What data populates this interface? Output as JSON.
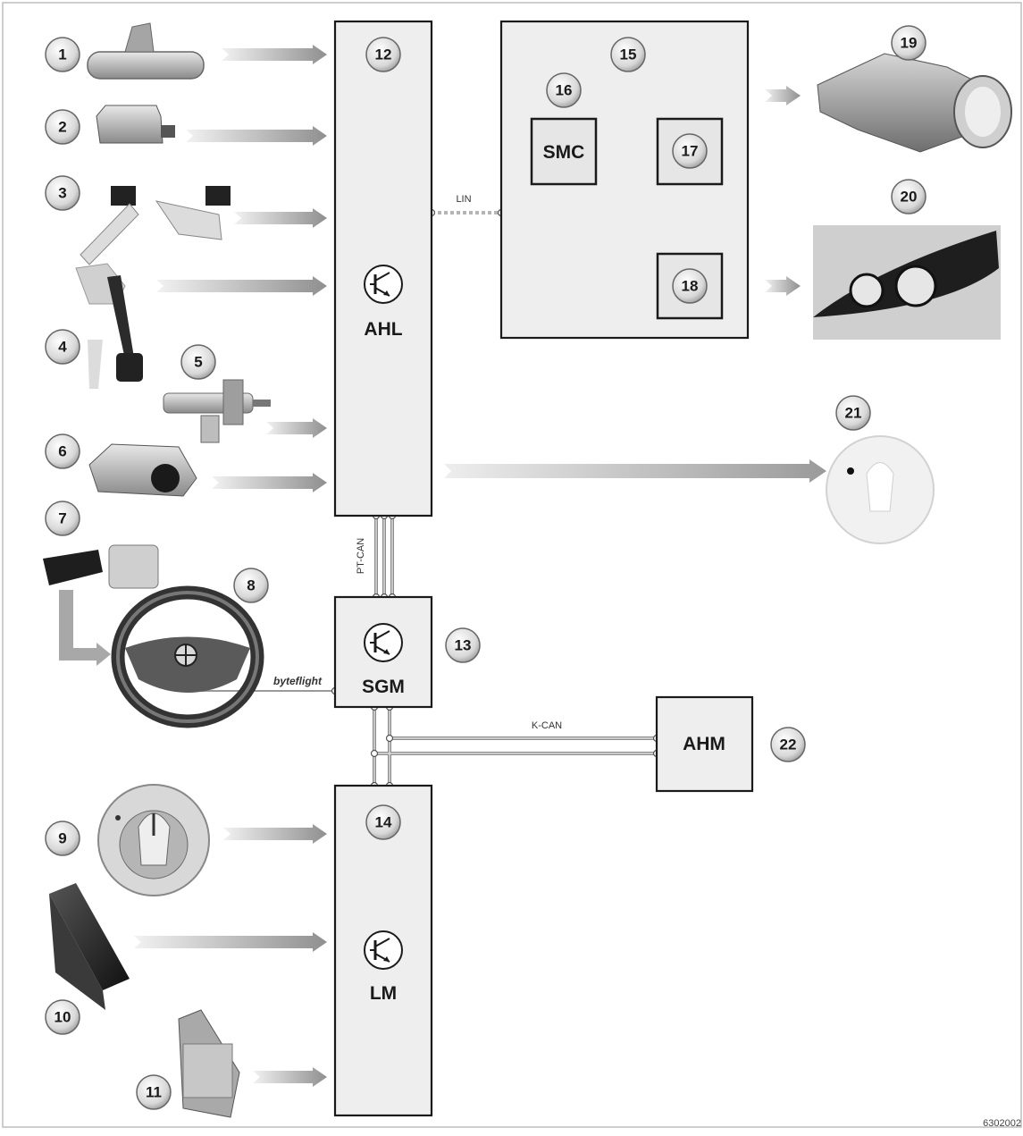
{
  "modules": {
    "ahl": "AHL",
    "sgm": "SGM",
    "lm": "LM",
    "ahm": "AHM",
    "smc": "SMC"
  },
  "buses": {
    "lin": "LIN",
    "pt_can": "PT-CAN",
    "k_can": "K-CAN",
    "byteflight": "byteflight"
  },
  "callouts": [
    "1",
    "2",
    "3",
    "4",
    "5",
    "6",
    "7",
    "8",
    "9",
    "10",
    "11",
    "12",
    "13",
    "14",
    "15",
    "16",
    "17",
    "18",
    "19",
    "20",
    "21",
    "22"
  ],
  "reference_code": "6302002"
}
